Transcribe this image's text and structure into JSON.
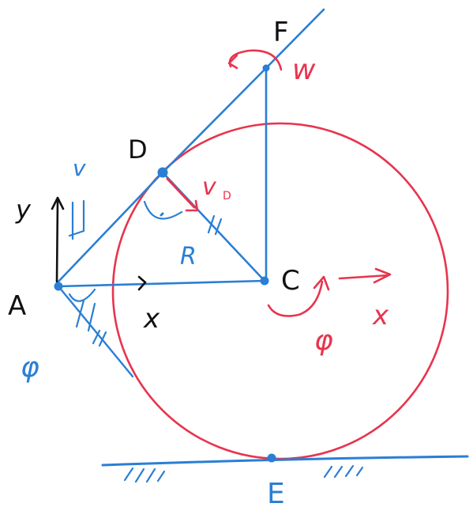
{
  "labels": {
    "F": "F",
    "w": "w",
    "D": "D",
    "v": "v",
    "vD": "v",
    "vD_sub": "D",
    "y": "y",
    "A": "A",
    "x": "x",
    "R": "R",
    "C": "C",
    "x_red": "x",
    "phi_red": "φ",
    "phi_blue": "φ",
    "E": "E"
  },
  "colors": {
    "blue": "#2a7fd4",
    "red": "#e8344e",
    "black": "#111111"
  }
}
